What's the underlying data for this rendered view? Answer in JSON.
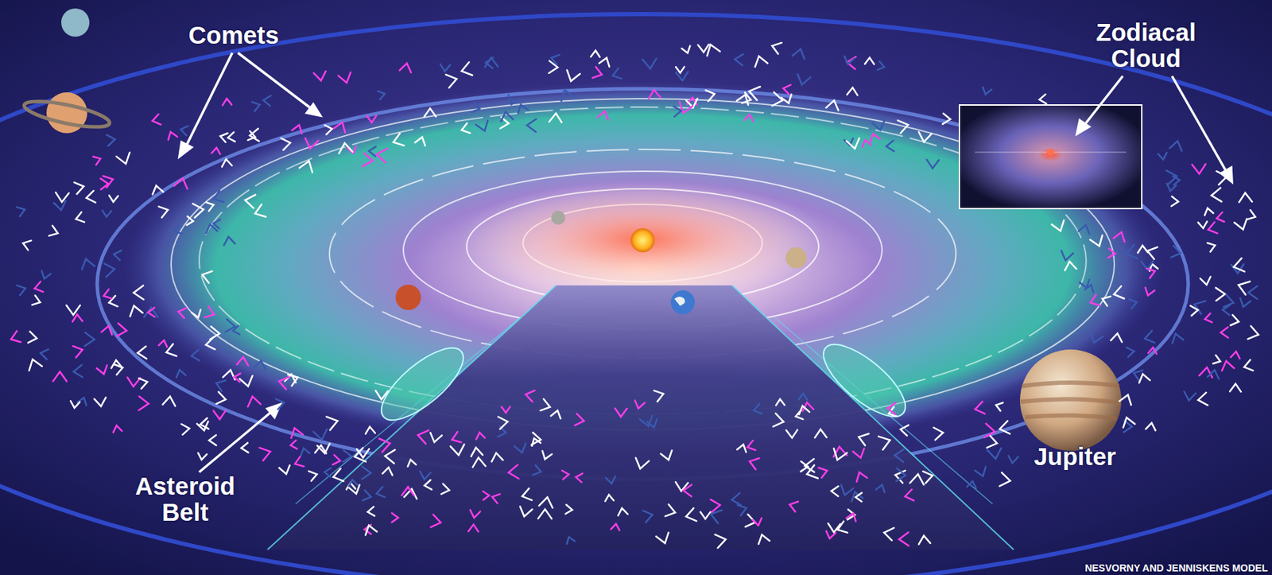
{
  "diagram": {
    "labels": [
      "Comets",
      "Zodiacal Cloud",
      "Asteroid Belt",
      "Jupiter",
      "NESVORNY AND JENNISKENS MODEL"
    ]
  }
}
